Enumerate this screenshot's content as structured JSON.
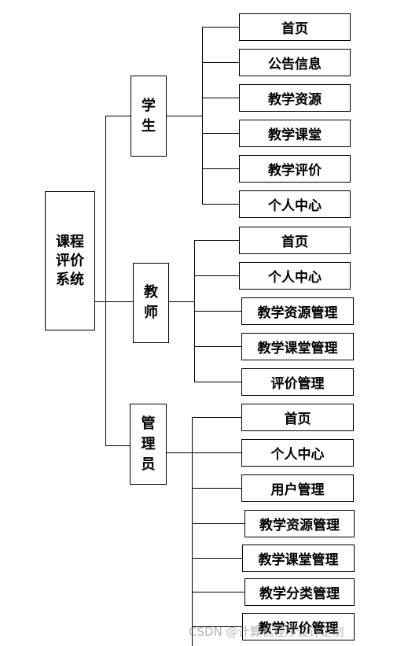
{
  "root": {
    "lines": [
      "课程",
      "评价",
      "系统"
    ]
  },
  "roles": [
    {
      "chars": [
        "学",
        "生"
      ],
      "items": [
        "首页",
        "公告信息",
        "教学资源",
        "教学课堂",
        "教学评价",
        "个人中心"
      ]
    },
    {
      "chars": [
        "教",
        "师"
      ],
      "items": [
        "首页",
        "个人中心",
        "教学资源管理",
        "教学课堂管理",
        "评价管理"
      ]
    },
    {
      "chars": [
        "管",
        "理",
        "员"
      ],
      "items": [
        "首页",
        "个人中心",
        "用户管理",
        "教学资源管理",
        "教学课堂管理",
        "教学分类管理",
        "教学评价管理"
      ]
    }
  ],
  "watermark": "CSDN @计算机程序设计定制"
}
